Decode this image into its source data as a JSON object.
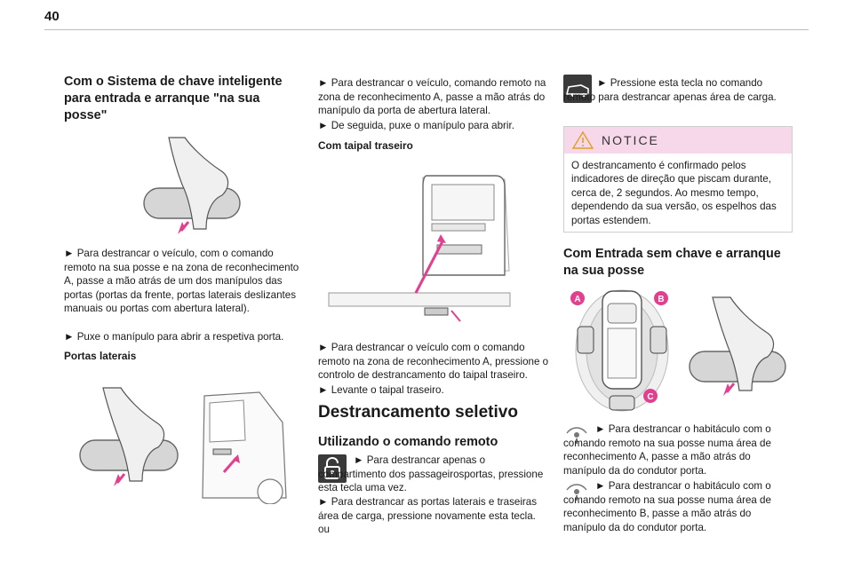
{
  "page_number": "40",
  "col1": {
    "heading": "Com o Sistema de chave inteligente para entrada e arranque \"na sua posse\"",
    "para1": "► Para destrancar o veículo, com o comando remoto na sua posse e na zona de reconhecimento A, passe a mão atrás de um dos manípulos das portas (portas da frente, portas laterais deslizantes manuais ou portas com abertura lateral).",
    "para2": "► Puxe o manípulo para abrir a respetiva porta.",
    "subheading": "Portas laterais"
  },
  "col2": {
    "para1": "► Para destrancar o veículo, comando remoto na zona de reconhecimento A, passe a mão atrás do manípulo da porta de abertura lateral.",
    "para2": "► De seguida, puxe o manípulo para abrir.",
    "subheading": "Com taipal traseiro",
    "para3": "► Para destrancar o veículo com o comando remoto na zona de reconhecimento A, pressione o controlo de destrancamento do taipal traseiro.",
    "para4": "► Levante o taipal traseiro.",
    "big_heading": "Destrancamento seletivo",
    "section_heading": "Utilizando o comando remoto",
    "item1": "► Para destrancar apenas o compartimento dos passageirosportas, pressione esta tecla uma vez.",
    "item2": "► Para destrancar as portas laterais e traseiras área de carga, pressione novamente esta tecla.",
    "item3": "ou"
  },
  "col3": {
    "item1": "► Pressione esta tecla no comando remoto para destrancar apenas área de carga.",
    "notice_title": "NOTICE",
    "notice_text": "O destrancamento é confirmado pelos indicadores de direção que piscam durante, cerca de, 2 segundos. Ao mesmo tempo, dependendo da sua versão, os espelhos das portas estendem.",
    "heading": "Com Entrada sem chave e arranque na sua posse",
    "zone_a": "A",
    "zone_b": "B",
    "zone_c": "C",
    "item2": "► Para destrancar o habitáculo com o comando remoto na sua posse numa área de reconhecimento A, passe a mão atrás do manípulo da do condutor porta.",
    "item3": "► Para destrancar o habitáculo com o comando remoto na sua posse numa área de reconhecimento B, passe a mão atrás do manípulo da do condutor porta."
  },
  "colors": {
    "accent": "#e1408e",
    "notice_bg": "#f7d7ea"
  }
}
